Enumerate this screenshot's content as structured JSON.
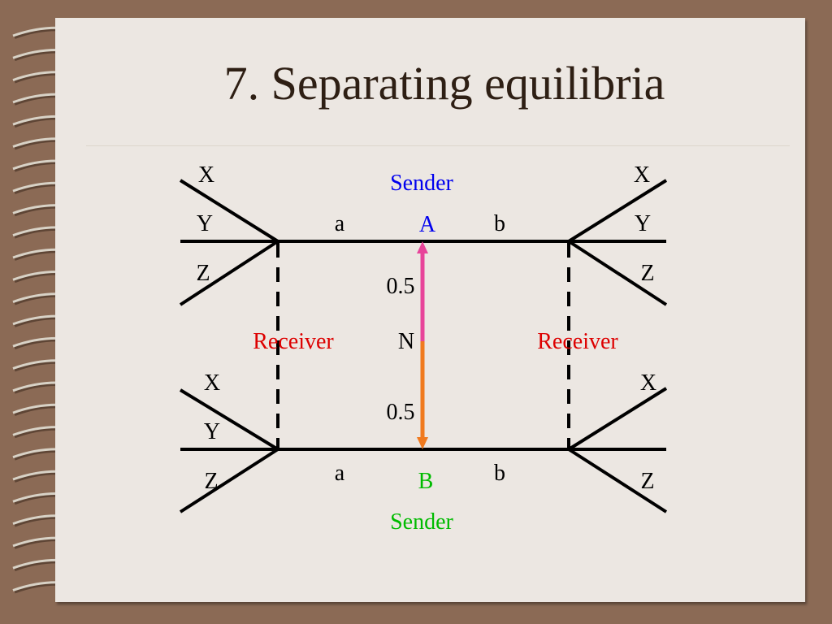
{
  "slide": {
    "title": "7. Separating equilibria"
  },
  "colors": {
    "background": "#8b6a55",
    "paper": "#ece7e2",
    "title": "#2e1f14",
    "sender_a": "#0000ee",
    "sender_b": "#00bb00",
    "receiver": "#dd0000",
    "nature_to_a": "#e8449a",
    "nature_to_b": "#f07a1e",
    "lines": "#000000"
  },
  "diagram": {
    "nature": {
      "label": "N",
      "prob_a": "0.5",
      "prob_b": "0.5"
    },
    "sender_a": {
      "role": "Sender",
      "type": "A",
      "msg_left": "a",
      "msg_right": "b"
    },
    "sender_b": {
      "role": "Sender",
      "type": "B",
      "msg_left": "a",
      "msg_right": "b"
    },
    "receiver_left": "Receiver",
    "receiver_right": "Receiver",
    "actions": {
      "top_left": [
        "X",
        "Y",
        "Z"
      ],
      "top_right": [
        "X",
        "Y",
        "Z"
      ],
      "bottom_left": [
        "X",
        "Y",
        "Z"
      ],
      "bottom_right": [
        "X",
        "Z"
      ]
    }
  }
}
